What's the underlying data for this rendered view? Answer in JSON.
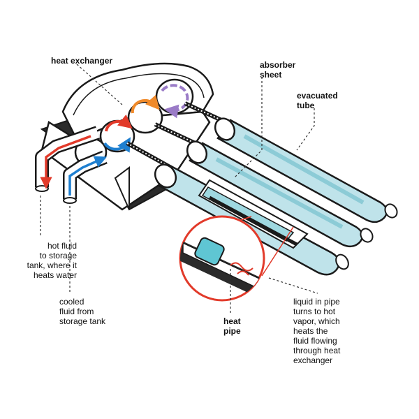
{
  "labels": {
    "heat_exchanger": "heat exchanger",
    "absorber_sheet": "absorber\nsheet",
    "evacuated_tube": "evacuated\ntube",
    "hot_fluid": "hot fluid\nto storage\ntank, where it\nheats water",
    "cooled_fluid": "cooled\nfluid from\nstorage tank",
    "heat_pipe": "heat\npipe",
    "liquid_in_pipe": "liquid in pipe\nturns to hot\nvapor, which\nheats the\nfluid flowing\nthrough heat\nexchanger"
  },
  "colors": {
    "outline": "#1a1a1a",
    "housing": "#ffffff",
    "housing_dark": "#2b2b2b",
    "tube_glass": "#bfe3ea",
    "tube_glass_dark": "#8ccbd6",
    "absorber": "#9fd8e0",
    "hot": "#e23a2a",
    "cold": "#1e7fd0",
    "warm": "#f08a2a",
    "vapor": "#9a7bc7",
    "callout": "#e23a2a",
    "leader": "#333333"
  }
}
